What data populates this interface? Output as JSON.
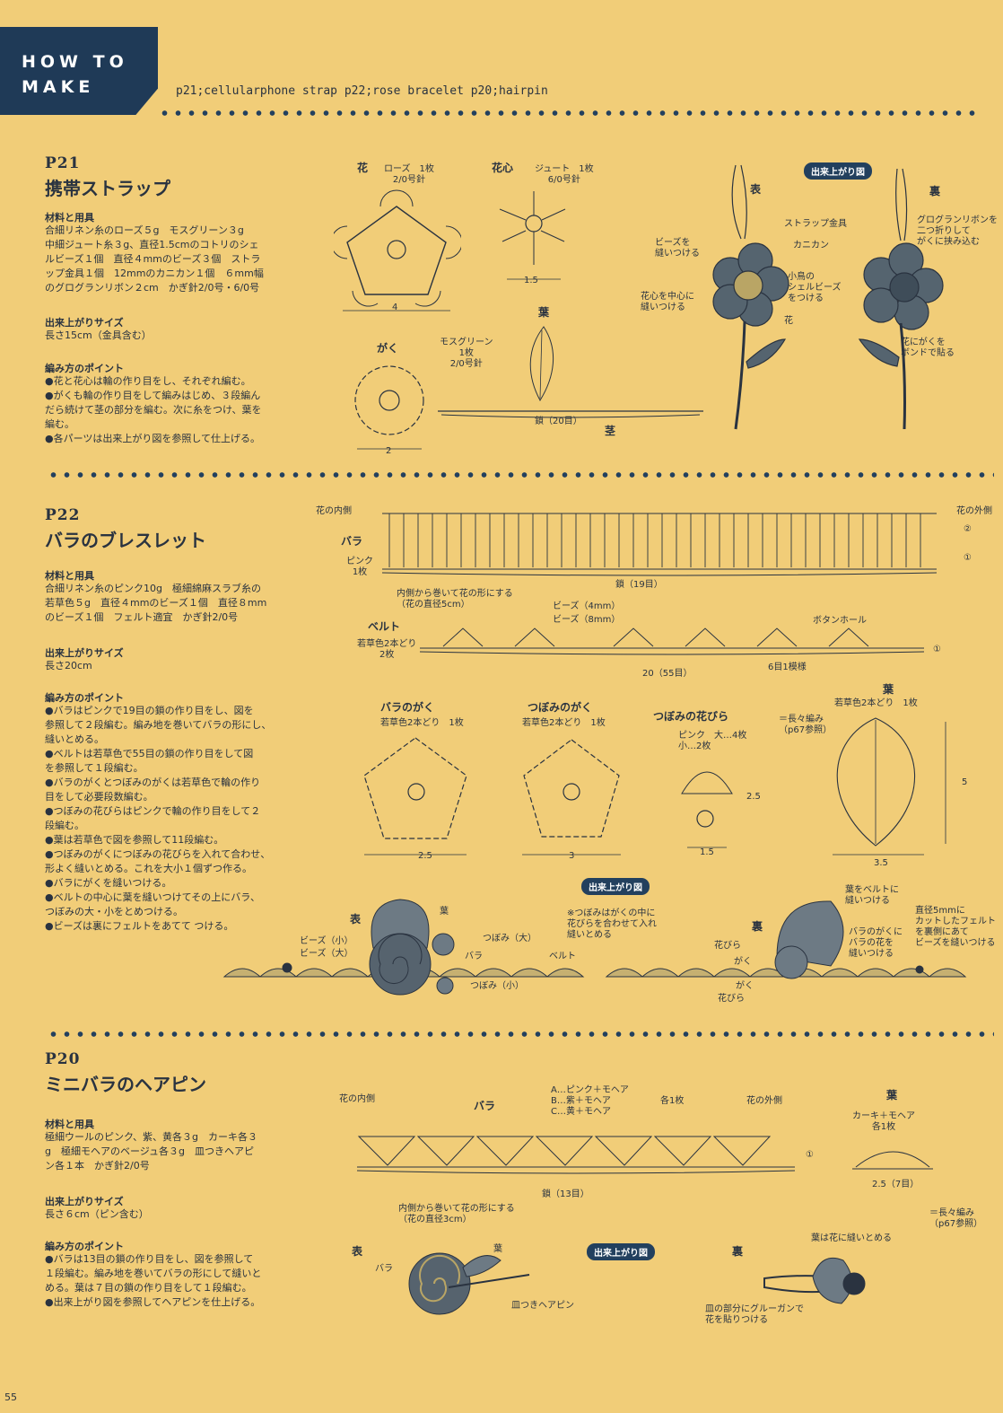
{
  "header": {
    "title_line1": "HOW TO",
    "title_line2": "MAKE",
    "subtitle": "p21;cellularphone strap  p22;rose bracelet  p20;hairpin"
  },
  "page_number": "55",
  "s21": {
    "num": "P21",
    "title": "携帯ストラップ",
    "materials_h": "材料と用具",
    "materials": "合細リネン糸のローズ５g　モスグリーン３g\n中細ジュート糸３g、直径1.5cmのコトリのシェ\nルビーズ１個　直径４mmのビーズ３個　ストラ\nップ金具１個　12mmのカニカン１個　６mm幅\nのグログランリボン２cm　かぎ針2/0号・6/0号",
    "size_h": "出来上がりサイズ",
    "size": "長さ15cm（金具含む）",
    "points_h": "編み方のポイント",
    "points": "●花と花心は輪の作り目をし、それぞれ編む。\n●がくも輪の作り目をして編みはじめ、３段編ん\nだら続けて茎の部分を編む。次に糸をつけ、葉を\n編む。\n●各パーツは出来上がり図を参照して仕上げる。",
    "fig": {
      "flower_title": "花",
      "flower_spec": "ローズ　1枚\n2/0号針",
      "flower_dim": "4",
      "center_title": "花心",
      "center_spec": "ジュート　1枚\n6/0号針",
      "center_dim": "1.5",
      "leaf_title": "葉",
      "calyx_title": "がく",
      "calyx_spec": "モスグリーン\n1枚\n2/0号針",
      "calyx_dim": "2",
      "stem_chain": "鎖（20目）",
      "stem_title": "茎",
      "finished_badge": "出来上がり図",
      "front": "表",
      "back": "裏",
      "strap_parts": "ストラップ金具",
      "clasp": "カニカン",
      "beads_sew": "ビーズを\n縫いつける",
      "shell_bead": "小鳥の\nシェルビーズ\nをつける",
      "center_sew": "花心を中心に\n縫いつける",
      "flower_label": "花",
      "ribbon": "グログランリボンを\n二つ折りして\nがくに挟み込む",
      "glue": "花にがくを\nボンドで貼る"
    }
  },
  "s22": {
    "num": "P22",
    "title": "バラのブレスレット",
    "materials_h": "材料と用具",
    "materials": "合細リネン糸のピンク10g　極細綿麻スラブ糸の\n若草色５g　直径４mmのビーズ１個　直径８mm\nのビーズ１個　フェルト適宜　かぎ針2/0号",
    "size_h": "出来上がりサイズ",
    "size": "長さ20cm",
    "points_h": "編み方のポイント",
    "points": "●バラはピンクで19目の鎖の作り目をし、図を\n参照して２段編む。編み地を巻いてバラの形にし、\n縫いとめる。\n●ベルトは若草色で55目の鎖の作り目をして図\nを参照して１段編む。\n●バラのがくとつぼみのがくは若草色で輪の作り\n目をして必要段数編む。\n●つぼみの花びらはピンクで輪の作り目をして２\n段編む。\n●葉は若草色で図を参照して11段編む。\n●つぼみのがくにつぼみの花びらを入れて合わせ、\n形よく縫いとめる。これを大小１個ずつ作る。\n●バラにがくを縫いつける。\n●ベルトの中心に葉を縫いつけてその上にバラ、\nつぼみの大・小をとめつける。\n●ビーズは裏にフェルトをあてて つける。",
    "fig": {
      "inner": "花の内側",
      "outer": "花の外側",
      "rose_title": "バラ",
      "rose_spec": "ピンク\n1枚",
      "rose_chain": "鎖（19目）",
      "roll_note": "内側から巻いて花の形にする\n（花の直径5cm）",
      "r2": "②",
      "r1": "①",
      "belt_title": "ベルト",
      "belt_spec": "若草色2本どり\n2枚",
      "bead4": "ビーズ（4mm）",
      "bead8": "ビーズ（8mm）",
      "buttonhole": "ボタンホール",
      "belt_chain": "20（55目）",
      "pattern": "6目1模様",
      "rose_calyx": "バラのがく",
      "rose_calyx_spec": "若草色2本どり　1枚",
      "rose_calyx_dim": "2.5",
      "bud_calyx": "つぼみのがく",
      "bud_calyx_spec": "若草色2本どり　1枚",
      "bud_calyx_dim": "3",
      "bud_petal": "つぼみの花びら",
      "bud_petal_spec": "ピンク　大…4枚\n小…2枚",
      "bud_dim_h": "2.5",
      "bud_dim_w": "1.5",
      "long_st": "＝長々編み\n（p67参照）",
      "leaf_title": "葉",
      "leaf_spec": "若草色2本どり　1枚",
      "leaf_dim_w": "3.5",
      "leaf_dim_h": "5",
      "finished_badge": "出来上がり図",
      "note": "※つぼみはがくの中に\n花びらを合わせて入れ\n縫いとめる",
      "front": "表",
      "back": "裏",
      "leaf": "葉",
      "bud_l": "つぼみ（大）",
      "rose": "バラ",
      "belt": "ベルト",
      "bud_s": "つぼみ（小）",
      "beads_s": "ビーズ（小）",
      "beads_l": "ビーズ（大）",
      "petal": "花びら",
      "calyx": "がく",
      "calyx2": "がく",
      "petal2": "花びら",
      "leaf_sew": "葉をベルトに\n縫いつける",
      "rose_sew": "バラのがくに\nバラの花を\n縫いつける",
      "felt": "直径5mmに\nカットしたフェルト\nを裏側にあて\nビーズを縫いつける"
    }
  },
  "s20": {
    "num": "P20",
    "title": "ミニバラのヘアピン",
    "materials_h": "材料と用具",
    "materials": "極細ウールのピンク、紫、黄各３g　カーキ各３\ng　極細モヘアのベージュ各３g　皿つきヘアピ\nン各１本　かぎ針2/0号",
    "size_h": "出来上がりサイズ",
    "size": "長さ６cm（ピン含む）",
    "points_h": "編み方のポイント",
    "points": "●バラは13目の鎖の作り目をし、図を参照して\n１段編む。編み地を巻いてバラの形にして縫いと\nめる。葉は７目の鎖の作り目をして１段編む。\n●出来上がり図を参照してヘアピンを仕上げる。",
    "fig": {
      "inner": "花の内側",
      "outer": "花の外側",
      "rose_title": "バラ",
      "colors": "A…ピンク＋モヘア\nB…紫＋モヘア\nC…黄＋モヘア",
      "each": "各1枚",
      "r1": "①",
      "chain": "鎖（13目）",
      "roll_note": "内側から巻いて花の形にする\n（花の直径3cm）",
      "leaf_title": "葉",
      "leaf_spec": "カーキ＋モヘア\n各1枚",
      "leaf_chain": "2.5（7目）",
      "long_st": "＝長々編み\n（p67参照）",
      "finished_badge": "出来上がり図",
      "front": "表",
      "back": "裏",
      "leaf": "葉",
      "rose": "バラ",
      "pin": "皿つきヘアピン",
      "leaf_sew": "葉は花に縫いとめる",
      "glue": "皿の部分にグルーガンで\n花を貼りつける"
    }
  }
}
